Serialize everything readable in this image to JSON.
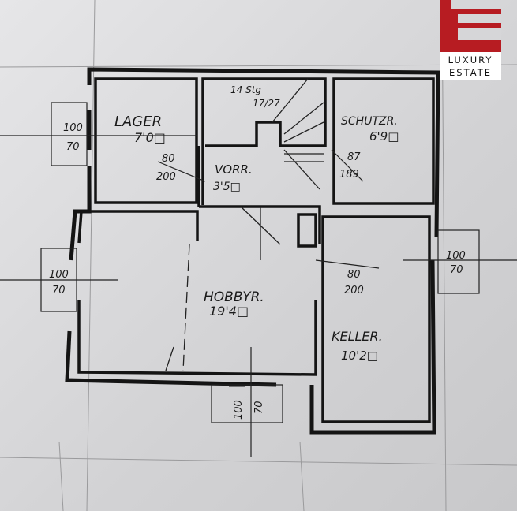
{
  "logo": {
    "line1": "LUXURY",
    "line2": "ESTATE",
    "brand_color": "#b71c22"
  },
  "rooms": {
    "lager": {
      "name": "LAGER",
      "area": "7'0□"
    },
    "stair": {
      "steps": "14 Stg",
      "ratio": "17/27"
    },
    "schutzr": {
      "name": "SCHUTZR.",
      "area": "6'9□"
    },
    "vorr": {
      "name": "VORR.",
      "area": "3'5□"
    },
    "hobbyr": {
      "name": "HOBBYR.",
      "area": "19'4□"
    },
    "keller": {
      "name": "KELLER.",
      "area": "10'2□"
    }
  },
  "openings": {
    "win_lager": {
      "w": "100",
      "h": "70"
    },
    "win_hobby_left": {
      "w": "100",
      "h": "70"
    },
    "win_hobby_bottom": {
      "w": "100",
      "h": "70"
    },
    "win_keller": {
      "w": "100",
      "h": "70"
    },
    "door_lager": {
      "w": "80",
      "h": "200"
    },
    "door_schutzr": {
      "w": "87",
      "h": "189"
    },
    "door_keller": {
      "w": "80",
      "h": "200"
    }
  }
}
